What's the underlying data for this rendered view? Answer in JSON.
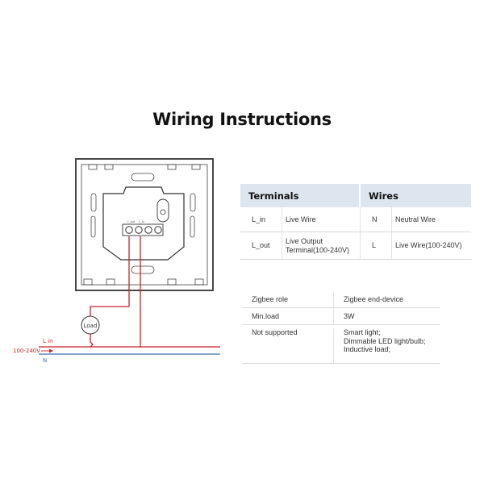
{
  "title": "Wiring Instructions",
  "diagram": {
    "load_label": "Load",
    "lin_label": "L in",
    "voltage_label": "100-240V",
    "n_label": "N",
    "terminal_labels": [
      "L_out",
      "L_in"
    ],
    "colors": {
      "live": "#c8232c",
      "neutral": "#3a6fb0",
      "frame": "#333333"
    }
  },
  "terminals_table": {
    "headers": [
      "Terminals",
      "Wires"
    ],
    "rows": [
      {
        "terminal": "L_in",
        "terminal_desc": "Live Wire",
        "wire": "N",
        "wire_desc": "Neutral Wire"
      },
      {
        "terminal": "L_out",
        "terminal_desc": "Live Output Terminal(100-240V)",
        "wire": "L",
        "wire_desc": "Live Wire(100-240V)"
      }
    ]
  },
  "spec_table": {
    "rows": [
      {
        "key": "Zigbee role",
        "value": "Zigbee end-device"
      },
      {
        "key": "Min.load",
        "value": "3W"
      },
      {
        "key": "Not supported",
        "value": "Smart light;\nDimmable LED light/bulb;\nInductive load;"
      }
    ]
  }
}
